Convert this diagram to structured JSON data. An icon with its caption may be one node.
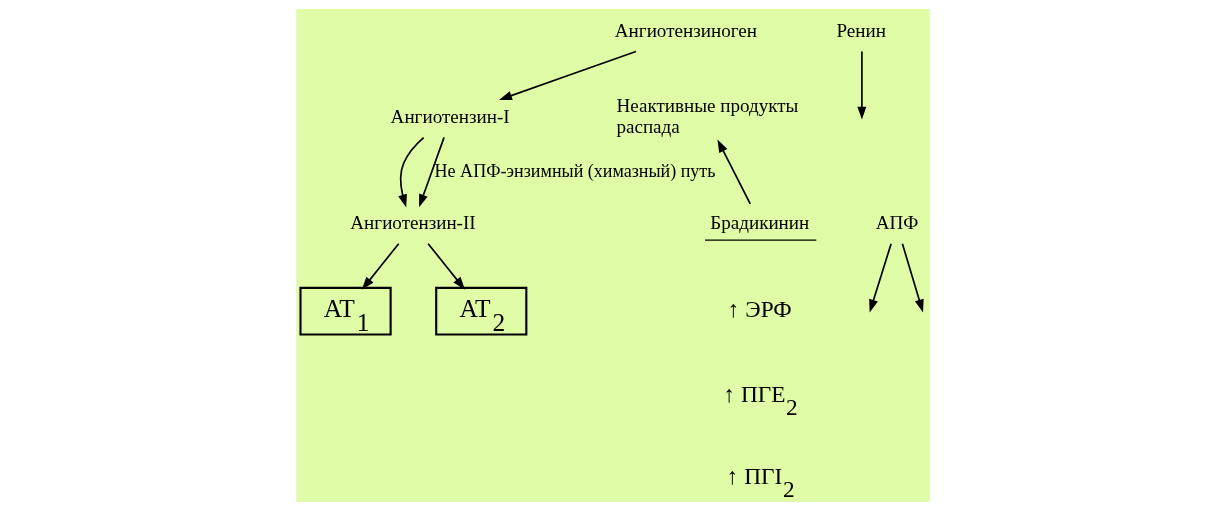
{
  "diagram": {
    "nodes": [
      {
        "text": [
          "Ангиотензиноген"
        ]
      },
      {
        "text": [
          "Ренин"
        ]
      },
      {
        "text": [
          "Ангиотензин-I"
        ]
      },
      {
        "text": [
          "Ангиотензин-II"
        ]
      },
      {
        "text": [
          "Неактивные продукты распада"
        ]
      },
      {
        "text": [
          "Брадикинин"
        ]
      },
      {
        "text": [
          "АПФ"
        ]
      },
      {
        "text": [
          "AT$_{1}$"
        ]
      },
      {
        "text": [
          "AT$_{2}$"
        ]
      }
    ],
    "edges": [
      {
        "from": 0,
        "to": 2,
        "arrow": "to"
      },
      {
        "from": 1,
        "to": null,
        "arrow": "to"
      },
      {
        "from": 2,
        "to": 3,
        "arrow": "to"
      },
      {
        "from": 2,
        "to": 3,
        "arrow": "to",
        "label": "Не АПФ-энзимный (химазный) путь"
      },
      {
        "from": 5,
        "to": 4,
        "arrow": "to"
      },
      {
        "from": 6,
        "to": null,
        "arrow": "to"
      },
      {
        "from": 6,
        "to": null,
        "arrow": "to"
      },
      {
        "from": 3,
        "to": 7,
        "arrow": "to"
      },
      {
        "from": 3,
        "to": 8,
        "arrow": "to"
      }
    ],
    "labels": [
      "↑ ЭРФ",
      "↑ ПГЕ$_{2}$",
      "↑ ПГI$_{2}$"
    ]
  }
}
